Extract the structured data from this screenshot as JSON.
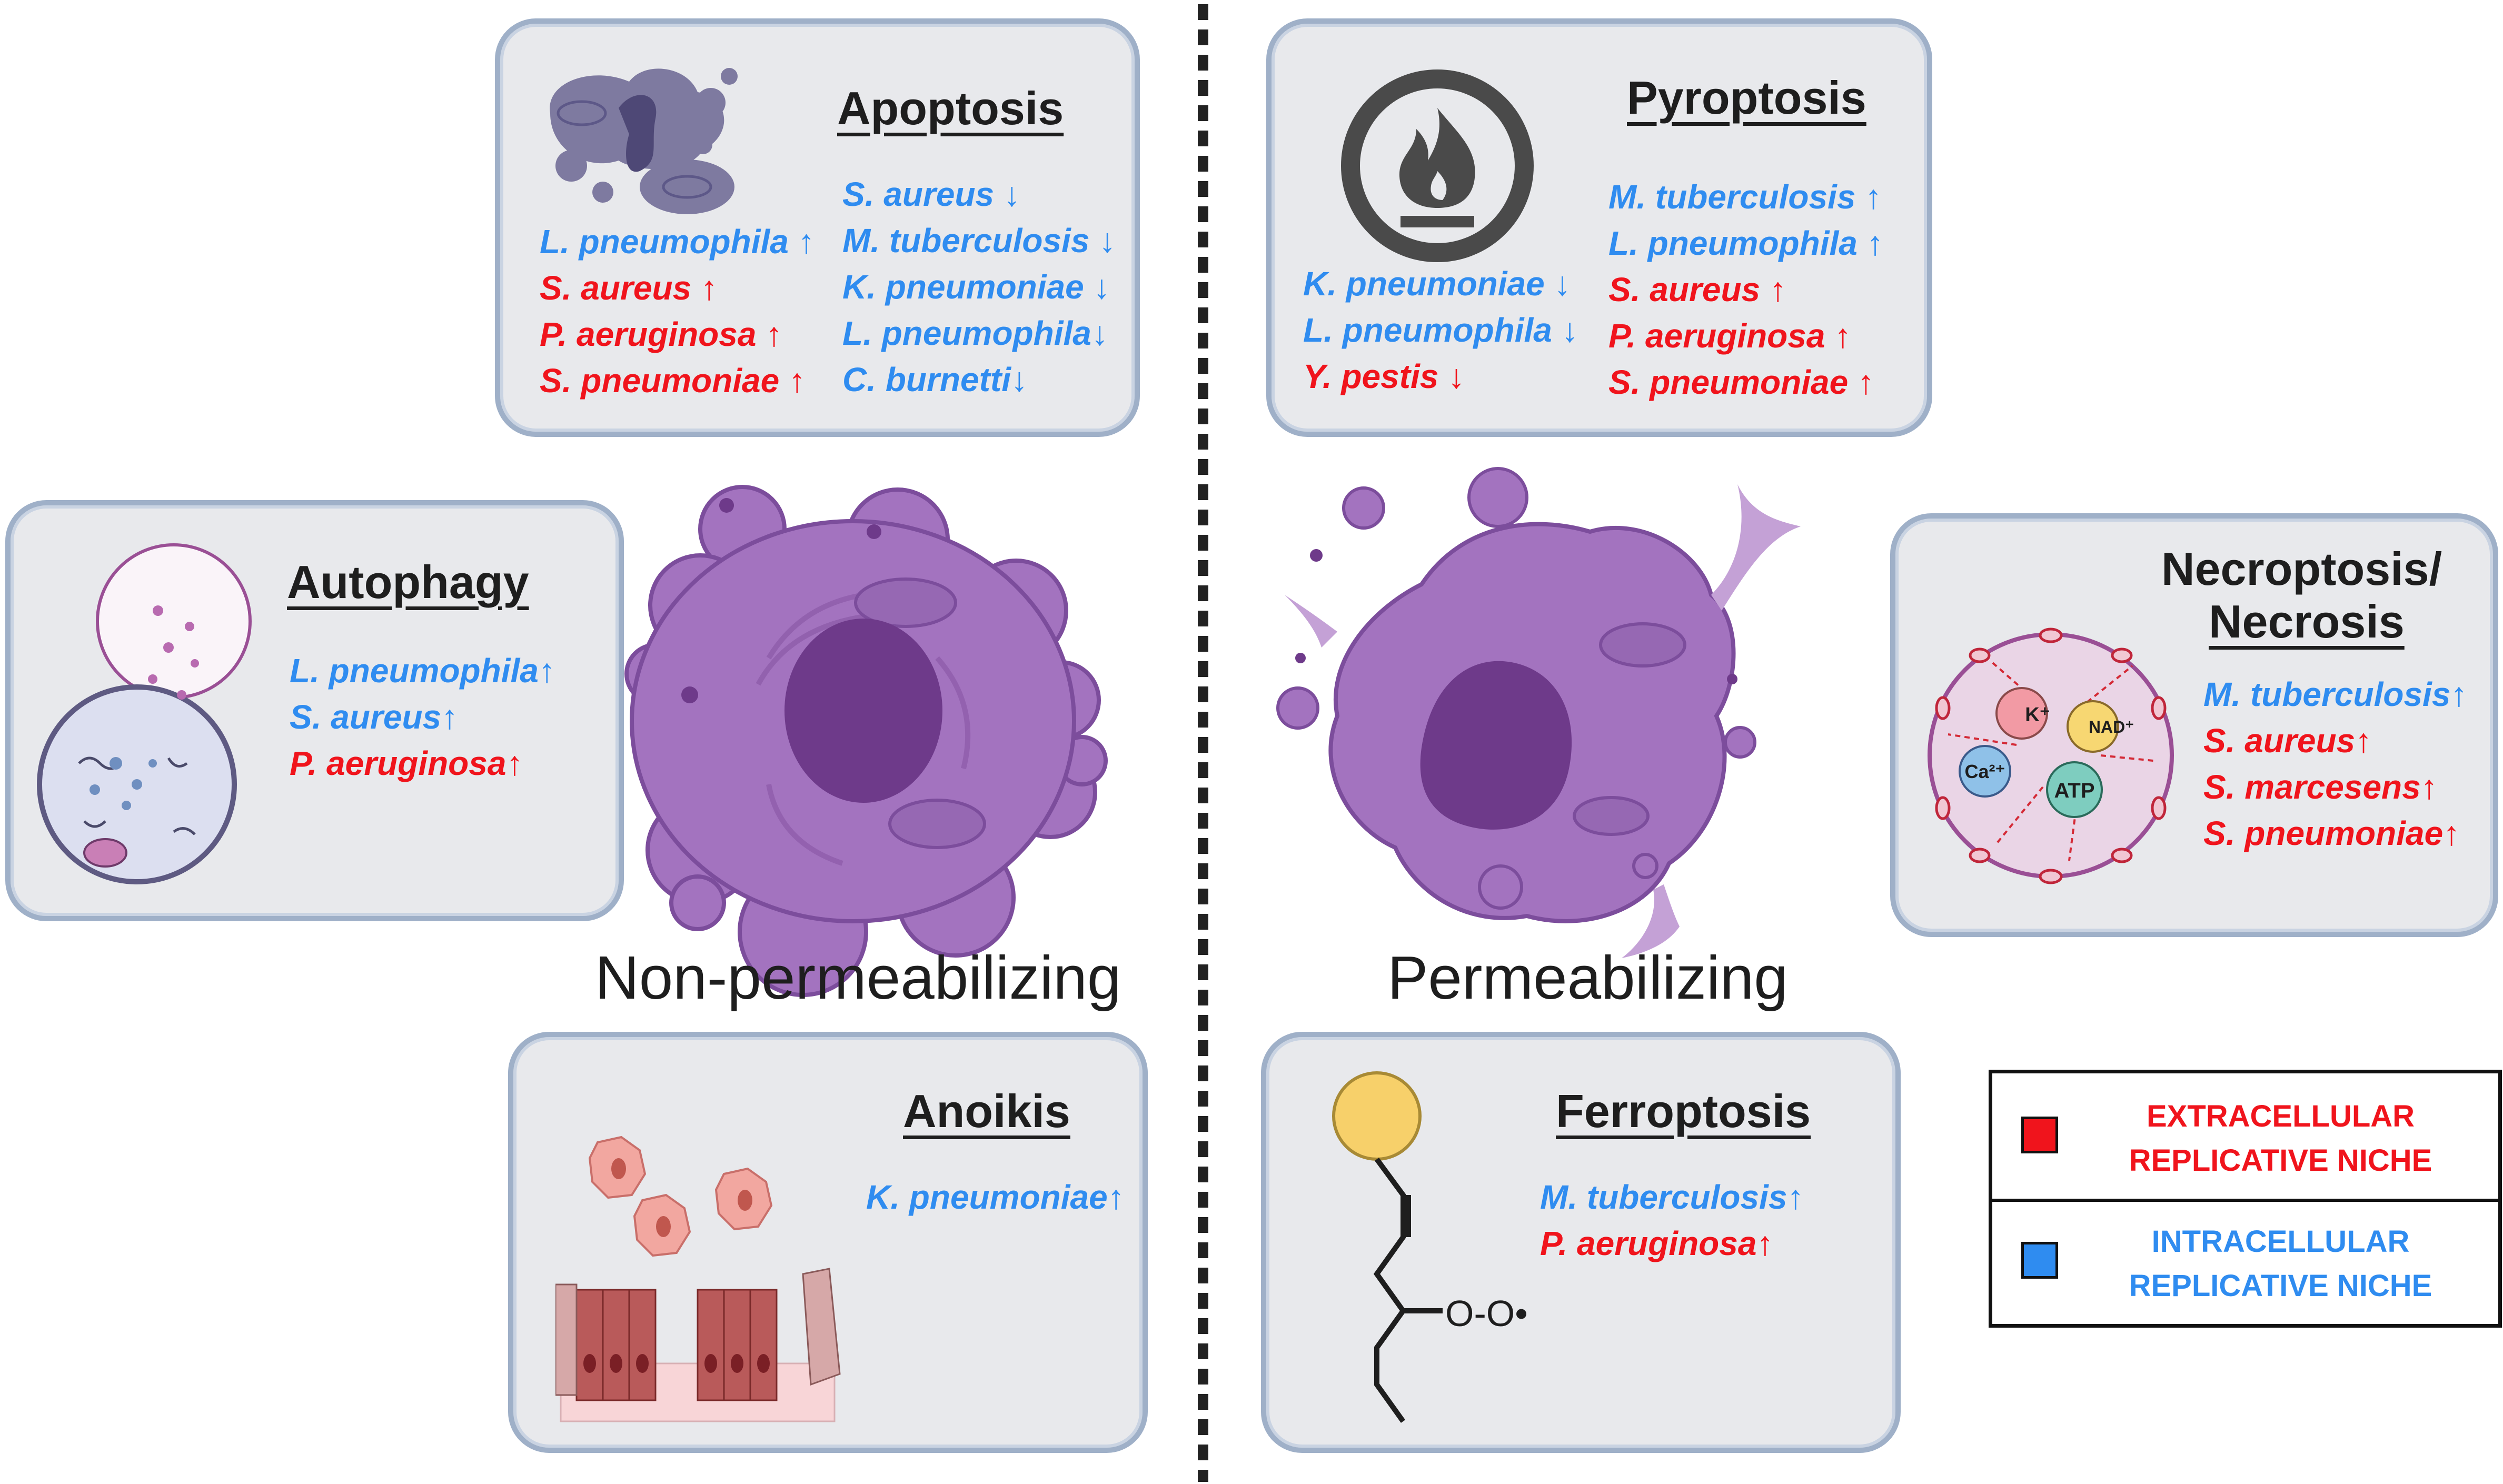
{
  "colors": {
    "extracellular": "#f0141c",
    "intracellular": "#2f8cf0",
    "panel_fill": "#e8e9ec",
    "panel_border": "#9fb0c8",
    "cell_purple": "#a373bf",
    "nucleus_purple": "#6e3a8a"
  },
  "categories": {
    "non_permeabilizing": "Non-permeabilizing",
    "permeabilizing": "Permeabilizing"
  },
  "panels": {
    "apoptosis": {
      "title": "Apoptosis",
      "left_list": [
        {
          "text": "L. pneumophila ↑",
          "niche": "intracellular"
        },
        {
          "text": "S. aureus ↑",
          "niche": "extracellular"
        },
        {
          "text": "P. aeruginosa ↑",
          "niche": "extracellular"
        },
        {
          "text": "S. pneumoniae ↑",
          "niche": "extracellular"
        }
      ],
      "right_list": [
        {
          "text": "S. aureus ↓",
          "niche": "intracellular"
        },
        {
          "text": "M. tuberculosis ↓",
          "niche": "intracellular"
        },
        {
          "text": "K. pneumoniae ↓",
          "niche": "intracellular"
        },
        {
          "text": "L. pneumophila↓",
          "niche": "intracellular"
        },
        {
          "text": "C. burnetti↓",
          "niche": "intracellular"
        }
      ]
    },
    "pyroptosis": {
      "title": "Pyroptosis",
      "left_list": [
        {
          "text": "K. pneumoniae ↓",
          "niche": "intracellular"
        },
        {
          "text": "L. pneumophila ↓",
          "niche": "intracellular"
        },
        {
          "text": "Y. pestis ↓",
          "niche": "extracellular"
        }
      ],
      "right_list": [
        {
          "text": "M. tuberculosis ↑",
          "niche": "intracellular"
        },
        {
          "text": "L. pneumophila ↑",
          "niche": "intracellular"
        },
        {
          "text": "S. aureus ↑",
          "niche": "extracellular"
        },
        {
          "text": "P. aeruginosa ↑",
          "niche": "extracellular"
        },
        {
          "text": "S. pneumoniae ↑",
          "niche": "extracellular"
        }
      ]
    },
    "autophagy": {
      "title": "Autophagy",
      "list": [
        {
          "text": "L. pneumophila↑",
          "niche": "intracellular"
        },
        {
          "text": "S. aureus↑",
          "niche": "intracellular"
        },
        {
          "text": "P. aeruginosa↑",
          "niche": "extracellular"
        }
      ]
    },
    "necroptosis": {
      "title_line1": "Necroptosis/",
      "title_line2": "Necrosis",
      "ions": [
        "K⁺",
        "NAD⁺",
        "Ca²⁺",
        "ATP"
      ],
      "list": [
        {
          "text": "M. tuberculosis↑",
          "niche": "intracellular"
        },
        {
          "text": "S. aureus↑",
          "niche": "extracellular"
        },
        {
          "text": "S. marcesens↑",
          "niche": "extracellular"
        },
        {
          "text": "S. pneumoniae↑",
          "niche": "extracellular"
        }
      ]
    },
    "anoikis": {
      "title": "Anoikis",
      "list": [
        {
          "text": "K. pneumoniae↑",
          "niche": "intracellular"
        }
      ]
    },
    "ferroptosis": {
      "title": "Ferroptosis",
      "radical_label": "O-O•",
      "list": [
        {
          "text": "M. tuberculosis↑",
          "niche": "intracellular"
        },
        {
          "text": "P. aeruginosa↑",
          "niche": "extracellular"
        }
      ]
    }
  },
  "legend": {
    "extracellular": {
      "line1": "EXTRACELLULAR",
      "line2": "REPLICATIVE NICHE"
    },
    "intracellular": {
      "line1": "INTRACELLULAR",
      "line2": "REPLICATIVE NICHE"
    }
  }
}
